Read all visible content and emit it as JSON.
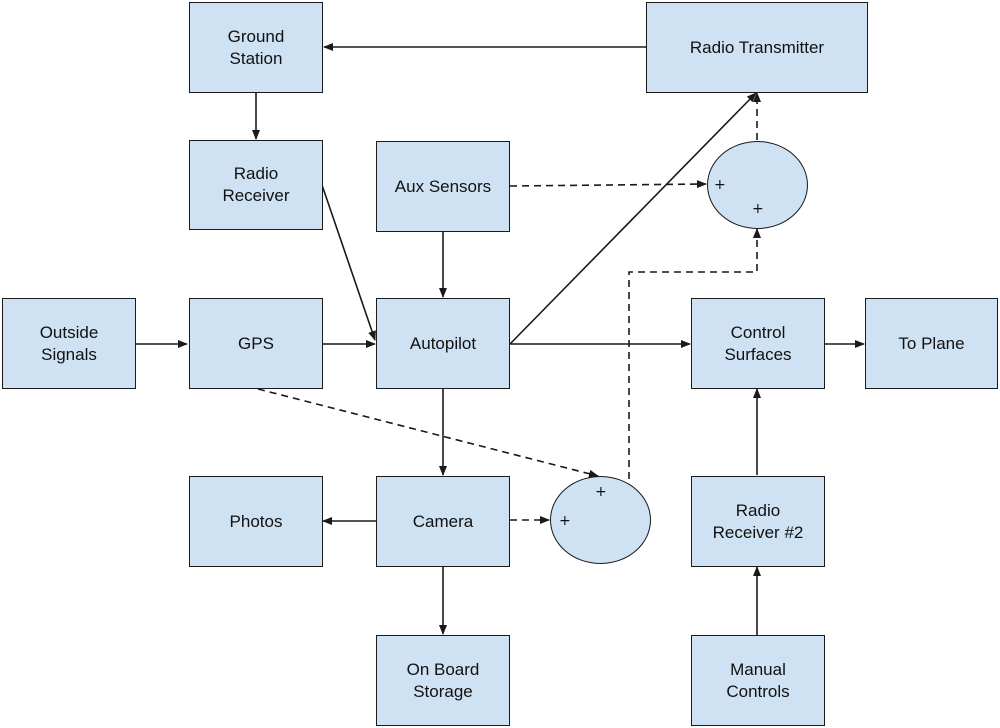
{
  "nodes": {
    "ground_station": "Ground\nStation",
    "radio_transmitter": "Radio Transmitter",
    "radio_receiver": "Radio\nReceiver",
    "aux_sensors": "Aux Sensors",
    "outside_signals": "Outside\nSignals",
    "gps": "GPS",
    "autopilot": "Autopilot",
    "control_surfaces": "Control\nSurfaces",
    "to_plane": "To Plane",
    "photos": "Photos",
    "camera": "Camera",
    "radio_receiver_2": "Radio\nReceiver #2",
    "on_board_storage": "On Board\nStorage",
    "manual_controls": "Manual\nControls"
  },
  "summing_junctions": {
    "upper": {
      "inputs": [
        "+",
        "+"
      ]
    },
    "lower": {
      "inputs": [
        "+",
        "+"
      ]
    }
  },
  "colors": {
    "box_fill": "#cfe2f3",
    "stroke": "#1a1a1a"
  }
}
